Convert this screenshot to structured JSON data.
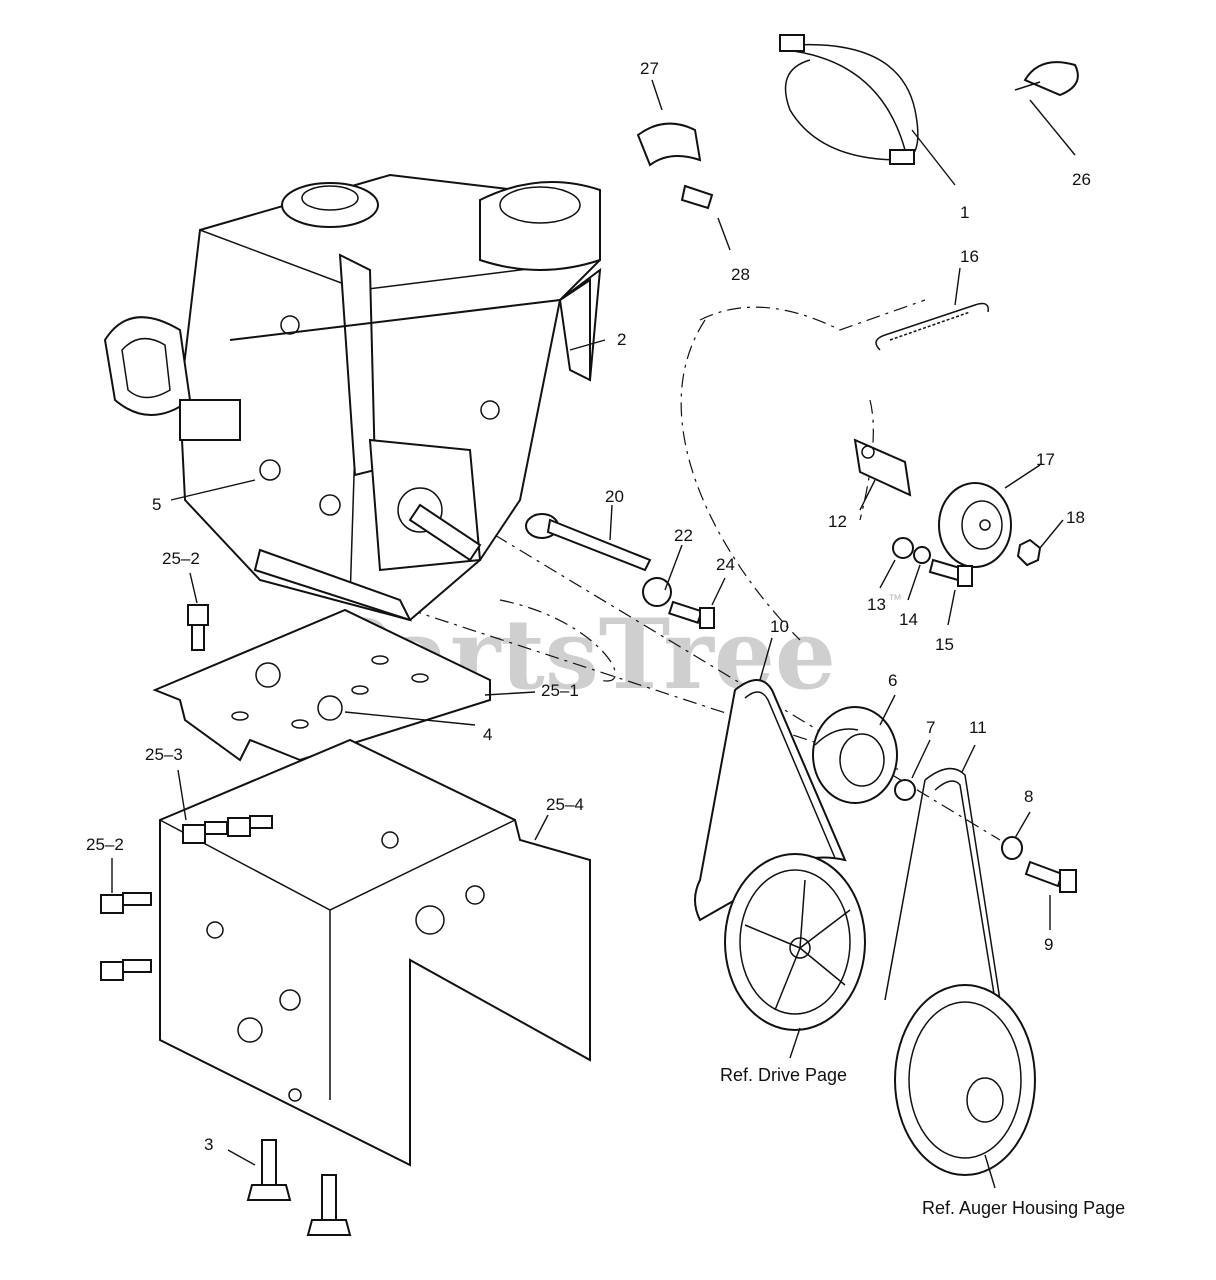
{
  "watermark": "PartsTree",
  "watermark_mark": "™",
  "callouts": [
    {
      "id": "c1",
      "label": "1"
    },
    {
      "id": "c2",
      "label": "2"
    },
    {
      "id": "c3",
      "label": "3"
    },
    {
      "id": "c4",
      "label": "4"
    },
    {
      "id": "c5",
      "label": "5"
    },
    {
      "id": "c6",
      "label": "6"
    },
    {
      "id": "c7",
      "label": "7"
    },
    {
      "id": "c8",
      "label": "8"
    },
    {
      "id": "c9",
      "label": "9"
    },
    {
      "id": "c10",
      "label": "10"
    },
    {
      "id": "c11",
      "label": "11"
    },
    {
      "id": "c12",
      "label": "12"
    },
    {
      "id": "c13",
      "label": "13"
    },
    {
      "id": "c14",
      "label": "14"
    },
    {
      "id": "c15",
      "label": "15"
    },
    {
      "id": "c16",
      "label": "16"
    },
    {
      "id": "c17",
      "label": "17"
    },
    {
      "id": "c18",
      "label": "18"
    },
    {
      "id": "c20",
      "label": "20"
    },
    {
      "id": "c22",
      "label": "22"
    },
    {
      "id": "c24",
      "label": "24"
    },
    {
      "id": "c25_1",
      "label": "25–1"
    },
    {
      "id": "c25_2a",
      "label": "25–2"
    },
    {
      "id": "c25_2b",
      "label": "25–2"
    },
    {
      "id": "c25_3",
      "label": "25–3"
    },
    {
      "id": "c25_4",
      "label": "25–4"
    },
    {
      "id": "c26",
      "label": "26"
    },
    {
      "id": "c27",
      "label": "27"
    },
    {
      "id": "c28",
      "label": "28"
    }
  ],
  "references": {
    "drive": "Ref. Drive Page",
    "auger": "Ref. Auger Housing Page"
  }
}
